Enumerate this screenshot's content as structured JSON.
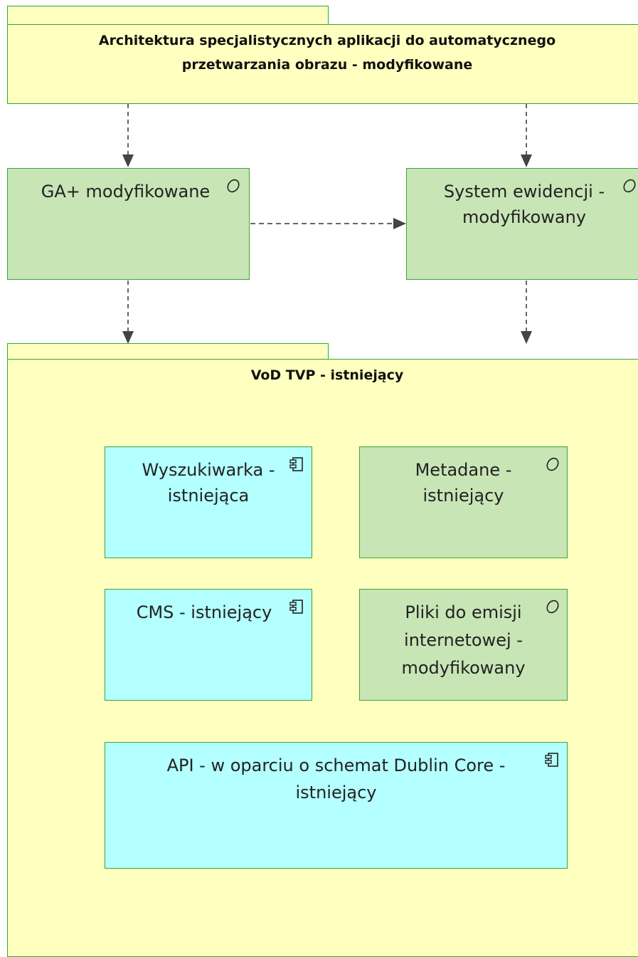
{
  "groups": {
    "architecture": {
      "title_line1": "Architektura specjalistycznych aplikacji do automatycznego",
      "title_line2": "przetwarzania obrazu - modyfikowane"
    },
    "vod": {
      "title": "VoD TVP - istniejący"
    }
  },
  "elements": {
    "ga_plus": {
      "label": "GA+ modyfikowane",
      "icon": "service-icon"
    },
    "system_ewidencji": {
      "line1": "System ewidencji -",
      "line2": "modyfikowany",
      "icon": "service-icon"
    },
    "wyszukiwarka": {
      "line1": "Wyszukiwarka  -",
      "line2": "istniejąca",
      "icon": "component-icon"
    },
    "metadane": {
      "line1": "Metadane -",
      "line2": "istniejący",
      "icon": "service-icon"
    },
    "cms": {
      "label": "CMS - istniejący",
      "icon": "component-icon"
    },
    "pliki": {
      "line1": "Pliki do emisji",
      "line2": "internetowej -",
      "line3": "modyfikowany",
      "icon": "service-icon"
    },
    "api": {
      "line1": "API - w oparciu o schemat Dublin Core -",
      "line2": "istniejący",
      "icon": "component-icon"
    }
  },
  "colors": {
    "group_fill": "#ffffc0",
    "service_fill": "#c8e5b6",
    "component_fill": "#b4ffff",
    "border": "#33a633",
    "arrow": "#555555"
  }
}
